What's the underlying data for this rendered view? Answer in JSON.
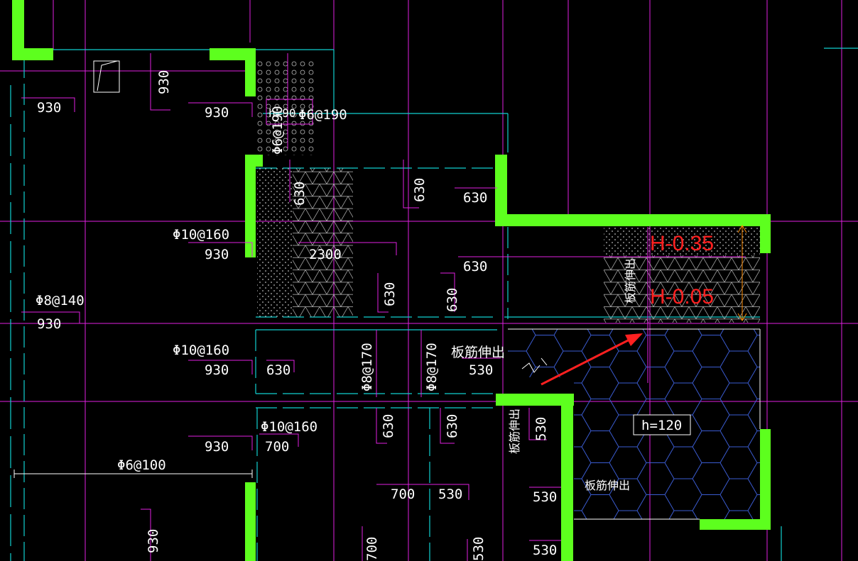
{
  "labels": {
    "d930": "930",
    "d630": "630",
    "d700": "700",
    "d530": "530",
    "d2300": "2300",
    "r_phi10_160": "Φ10@160",
    "r_phi8_140": "Φ8@140",
    "r_phi6_100": "Φ6@100",
    "r_phi8_170": "Φ8@170",
    "r_phi6_190": "Φ6@190",
    "r_bh90": "h=90",
    "slab_h": "h=120",
    "elev_top": "H-0.35",
    "elev_bot": "H-0.05",
    "bar_extend": "板筋伸出"
  },
  "colors": {
    "wall": "#5dff1e",
    "grid": "#e020e0",
    "axis": "#10d0d0",
    "annotation": "#ff2020",
    "hatch": "#3a5bd0"
  }
}
